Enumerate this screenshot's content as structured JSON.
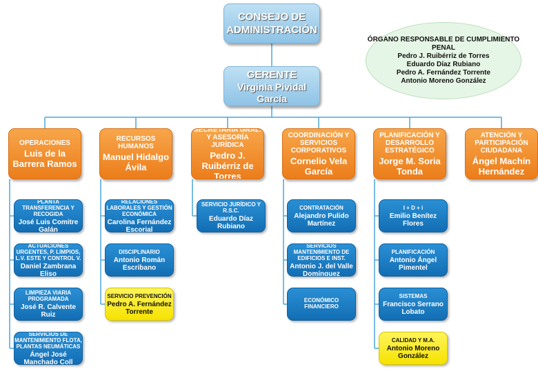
{
  "consejo": {
    "title": "CONSEJO DE ADMINISTRACIÓN"
  },
  "compliance": {
    "title": "ÓRGANO RESPONSABLE DE CUMPLIMIENTO PENAL",
    "members": [
      "Pedro J. Ruibérriz de Torres",
      "Eduardo Díaz Rubiano",
      "Pedro A. Fernández Torrente",
      "Antonio Moreno González"
    ]
  },
  "gerente": {
    "title": "GERENTE",
    "name": "Virginia Pividal García"
  },
  "departments": [
    {
      "title": "OPERACIONES",
      "name": "Luis de la Barrera Ramos",
      "units": [
        {
          "title": "PLANTA TRANSFERENCIA Y RECOGIDA",
          "name": "José Luis Comitre Galán",
          "highlight": false
        },
        {
          "title": "ACTUACIONES URGENTES, P. LIMPIOS, L.V. ESTE Y CONTROL V.",
          "name": "Daniel Zambrana Eliso",
          "highlight": false
        },
        {
          "title": "LIMPIEZA VIARIA PROGRAMADA",
          "name": "José R. Calvente Ruiz",
          "highlight": false
        },
        {
          "title": "SERVICIOS DE MANTENIMIENTO FLOTA, PLANTAS NEUMÁTICAS",
          "name": "Ángel José Manchado Coll",
          "highlight": false
        }
      ]
    },
    {
      "title": "RECURSOS HUMANOS",
      "name": "Manuel Hidalgo Ávila",
      "units": [
        {
          "title": "RELACIONES LABORALES Y GESTIÓN ECONÓMICA",
          "name": "Carolina Fernández Escorial",
          "highlight": false
        },
        {
          "title": "DISCIPLINARIO",
          "name": "Antonio Román Escribano",
          "highlight": false
        },
        {
          "title": "SERVICIO PREVENCIÓN",
          "name": "Pedro A. Fernández Torrente",
          "highlight": true
        }
      ]
    },
    {
      "title": "SECRETARÍA GRAL. Y ASESORÍA JURÍDICA",
      "name": "Pedro J. Ruibérriz de Torres",
      "units": [
        {
          "title": "SERVICIO JURÍDICO Y R.S.C.",
          "name": "Eduardo Díaz Rubiano",
          "highlight": false
        }
      ]
    },
    {
      "title": "COORDINACIÓN Y SERVICIOS CORPORATIVOS",
      "name": "Cornelio Vela García",
      "units": [
        {
          "title": "CONTRATACIÓN",
          "name": "Alejandro Pulido Martínez",
          "highlight": false
        },
        {
          "title": "SERVICIOS MANTENIMIENTO DE EDIFICIOS E INST.",
          "name": "Antonio J. del Valle Domínguez",
          "highlight": false
        },
        {
          "title": "ECONÓMICO FINANCIERO",
          "name": "",
          "highlight": false
        }
      ]
    },
    {
      "title": "PLANIFICACIÓN Y DESARROLLO ESTRATÉGICO",
      "name": "Jorge M. Soria Tonda",
      "units": [
        {
          "title": "I + D + i",
          "name": "Emilio Benítez Flores",
          "highlight": false
        },
        {
          "title": "PLANIFICACIÓN",
          "name": "Antonio Ángel Pimentel",
          "highlight": false
        },
        {
          "title": "SISTEMAS",
          "name": "Francisco Serrano Lobato",
          "highlight": false
        },
        {
          "title": "CALIDAD Y M.A.",
          "name": "Antonio Moreno González",
          "highlight": true
        }
      ]
    },
    {
      "title": "ATENCIÓN Y PARTICIPACIÓN CIUDADANA",
      "name": "Ángel Machín Hernández",
      "units": []
    }
  ],
  "colors": {
    "top": "#9fcdea",
    "department": "#ef8a26",
    "unit": "#1a7cc4",
    "highlight": "#fff200",
    "compliance": "#e6f6e6",
    "connector": "#4aa6dc"
  }
}
